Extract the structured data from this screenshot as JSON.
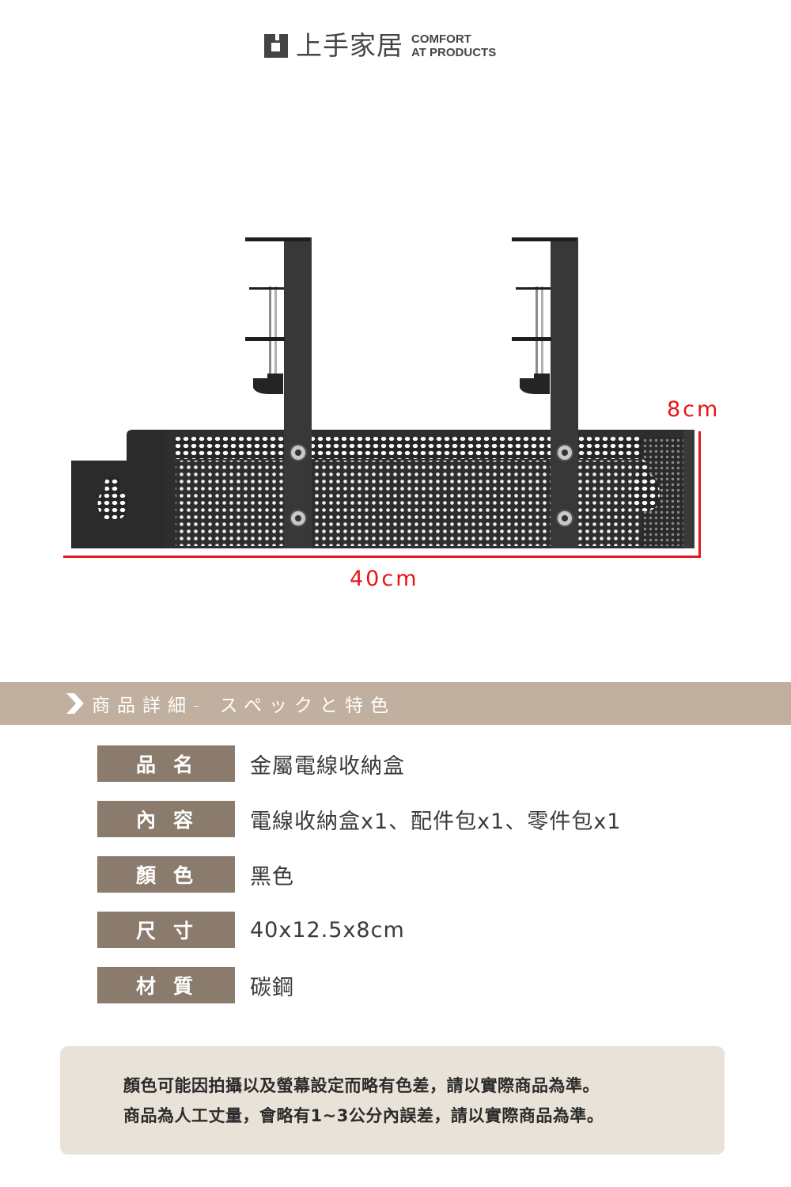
{
  "brand": {
    "name_cn": "上手家居",
    "name_en_line1": "COMFORT",
    "name_en_line2": "AT PRODUCTS",
    "logo_color": "#444444"
  },
  "figure": {
    "description": "black metal mesh under-desk cable organizer with two clamp brackets",
    "height_label": "8cm",
    "width_label": "40cm",
    "dimension_line_color": "#e8141b"
  },
  "section": {
    "icon": "chevron-right-icon",
    "title": "商品詳細- スペックと特色",
    "bar_color": "#c1b09f"
  },
  "specs": [
    {
      "key": "品名",
      "value": "金屬電線收納盒"
    },
    {
      "key": "內容",
      "value": "電線收納盒x1、配件包x1、零件包x1"
    },
    {
      "key": "顏色",
      "value": "黑色"
    },
    {
      "key": "尺寸",
      "value": "40x12.5x8cm"
    },
    {
      "key": "材質",
      "value": "碳鋼"
    }
  ],
  "spec_key_color": "#8a7b6c",
  "note": {
    "lines": [
      "顏色可能因拍攝以及螢幕設定而略有色差，請以實際商品為準。",
      "商品為人工丈量，會略有1~3公分內誤差，請以實際商品為準。"
    ],
    "background": "#e9e2d8"
  }
}
